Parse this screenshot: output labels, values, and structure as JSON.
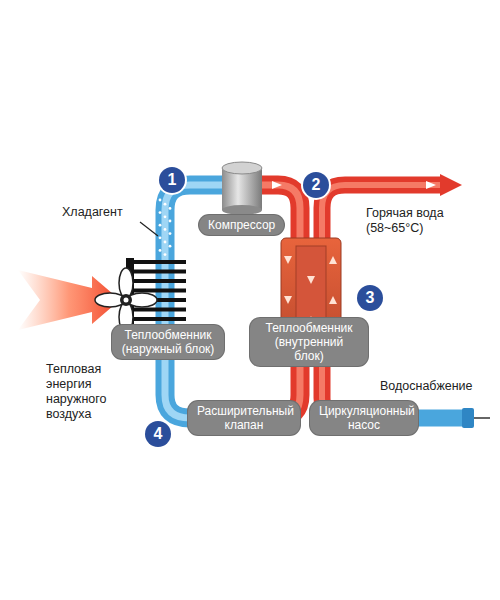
{
  "diagram": {
    "nodes": [
      {
        "text": [
          "Компрессор"
        ]
      },
      {
        "text": [
          "Теплообменник (наружный блок)"
        ]
      },
      {
        "text": [
          "Теплообменник (внутренний блок)"
        ]
      },
      {
        "text": [
          "Расширительный клапан"
        ]
      },
      {
        "text": [
          "Циркуляционный насос"
        ]
      }
    ],
    "labels": [
      "Хладагент",
      "Горячая вода (58~65°C)",
      "Тепловая энергия наружного воздуха",
      "Водоснабжение",
      "1",
      "2",
      "3",
      "4"
    ]
  }
}
